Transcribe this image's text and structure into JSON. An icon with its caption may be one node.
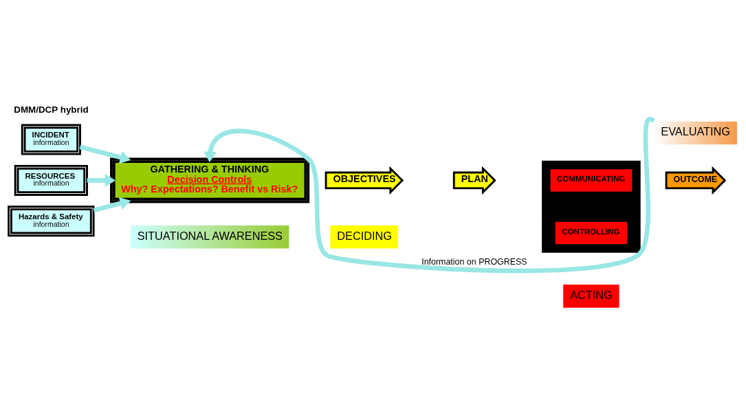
{
  "diagram": {
    "title": "DMM/DCP hybrid",
    "nodes": [
      {
        "text": [
          "INCIDENT",
          "information"
        ]
      },
      {
        "text": [
          "RESOURCES",
          "information"
        ]
      },
      {
        "text": [
          "Hazards & Safety",
          "information"
        ]
      },
      {
        "text": [
          "GATHERING & THINKING",
          "Decision Controls",
          "Why? Expectations? Benefit vs Risk?"
        ]
      },
      {
        "text": [
          "OBJECTIVES"
        ]
      },
      {
        "text": [
          "PLAN"
        ]
      },
      {
        "text": [],
        "shape": "box"
      },
      {
        "text": [
          "COMMUNICATING"
        ],
        "in": 6
      },
      {
        "text": [
          "CONTROLLING"
        ],
        "in": 6
      },
      {
        "text": [
          "OUTCOME"
        ]
      },
      {
        "text": [
          "EVALUATING"
        ]
      },
      {
        "text": [
          "SITUATIONAL AWARENESS"
        ]
      },
      {
        "text": [
          "DECIDING"
        ]
      },
      {
        "text": [
          "ACTING"
        ]
      }
    ],
    "edges": [
      {
        "from": 0,
        "to": 3,
        "arrow": "to"
      },
      {
        "from": 1,
        "to": 3,
        "arrow": "to"
      },
      {
        "from": 2,
        "to": 3,
        "arrow": "to"
      },
      {
        "from": 10,
        "to": 3,
        "arrow": "to",
        "label": "Information on PROGRESS"
      }
    ]
  }
}
